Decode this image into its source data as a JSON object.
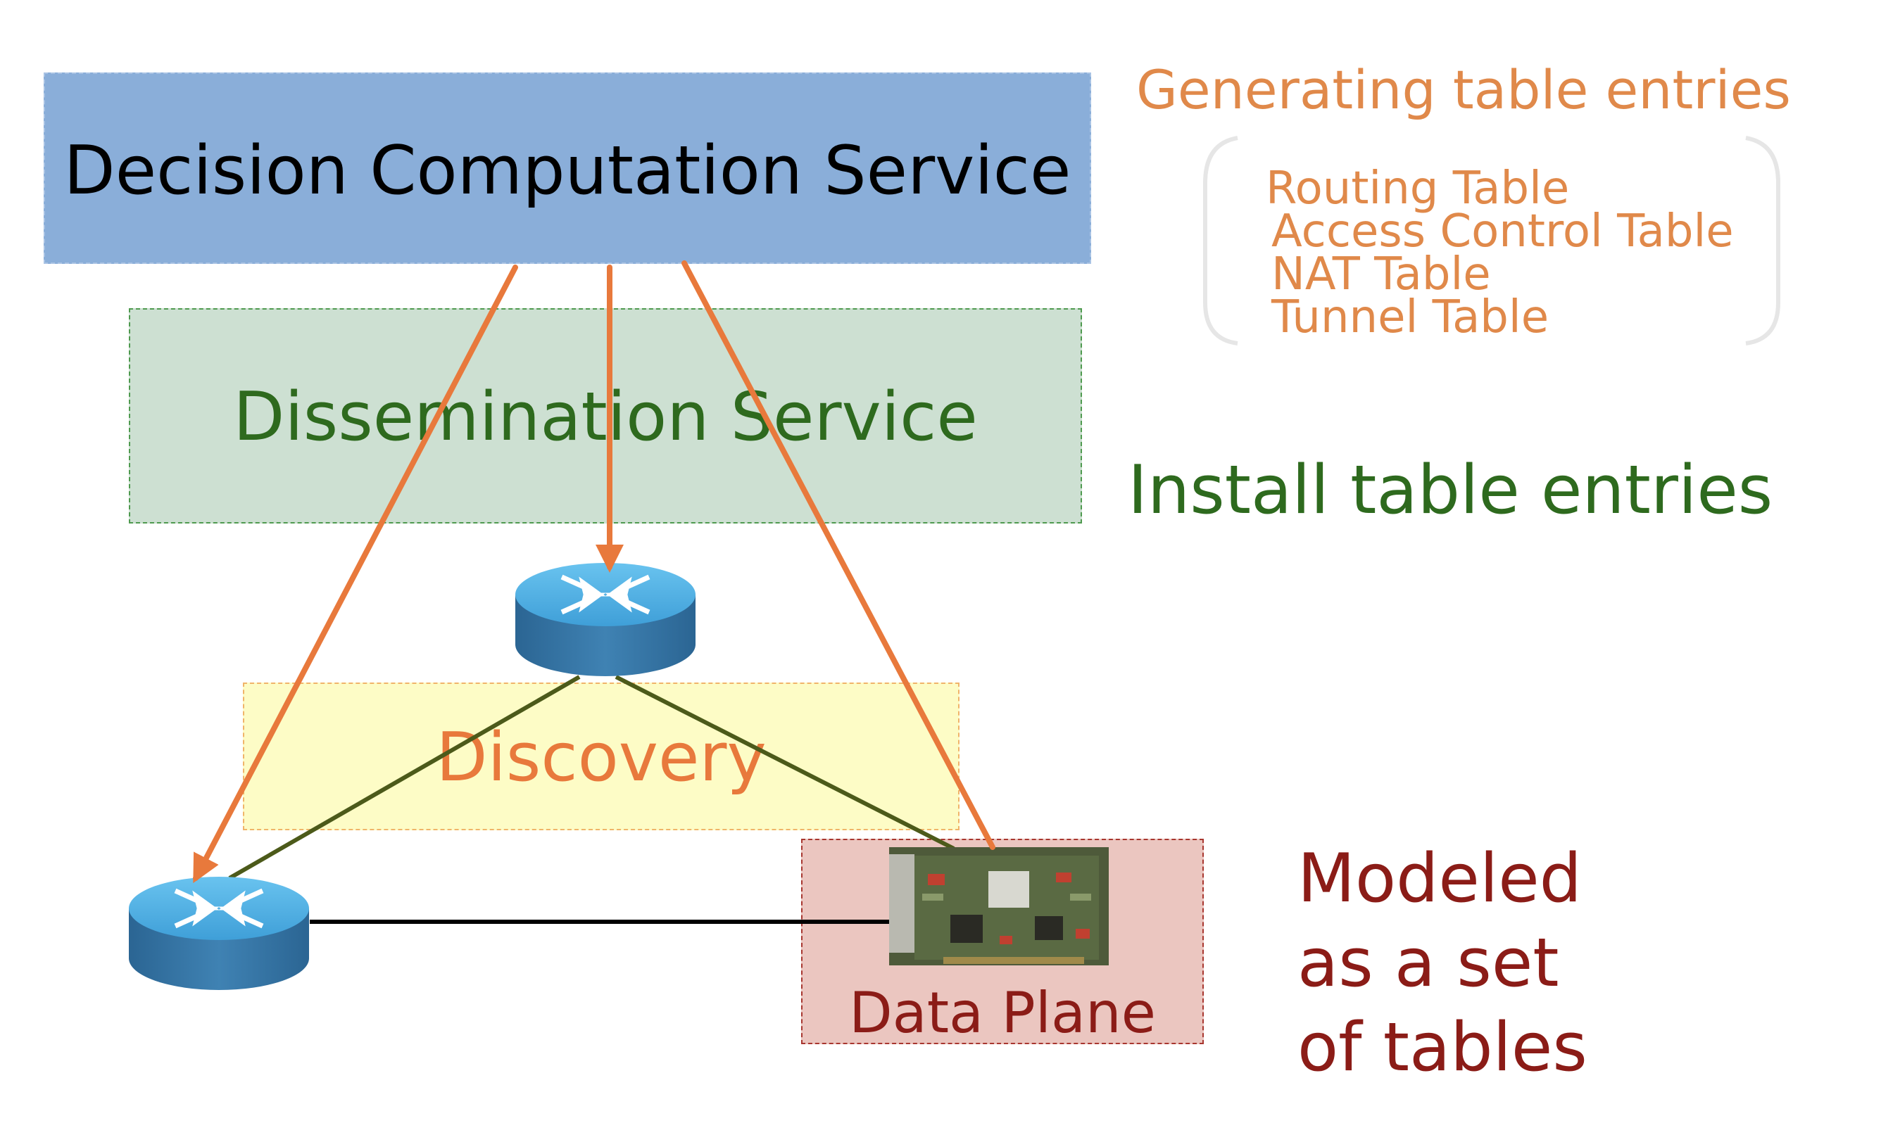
{
  "layers": {
    "decision": "Decision Computation Service",
    "dissemination": "Dissemination Service",
    "discovery": "Discovery",
    "data_plane": "Data Plane"
  },
  "annotations": {
    "generating_title": "Generating table entries",
    "tables": [
      "Routing Table",
      "Access Control Table",
      "NAT Table",
      "Tunnel Table"
    ],
    "install": "Install table entries",
    "modeled": [
      "Modeled",
      "as a set",
      "of tables"
    ]
  },
  "icons": {
    "router": "router-icon",
    "card": "network-card-icon"
  },
  "colors": {
    "decision_fill": "#8aaed9",
    "dissemination_fill": "#cde0d2",
    "discovery_fill": "#fdfcc6",
    "data_plane_fill": "#ebc6c0",
    "arrow": "#e8793c",
    "dissemination_text": "#2e6a1e",
    "data_plane_text": "#8b1c17",
    "annotation_orange": "#e0894a"
  }
}
